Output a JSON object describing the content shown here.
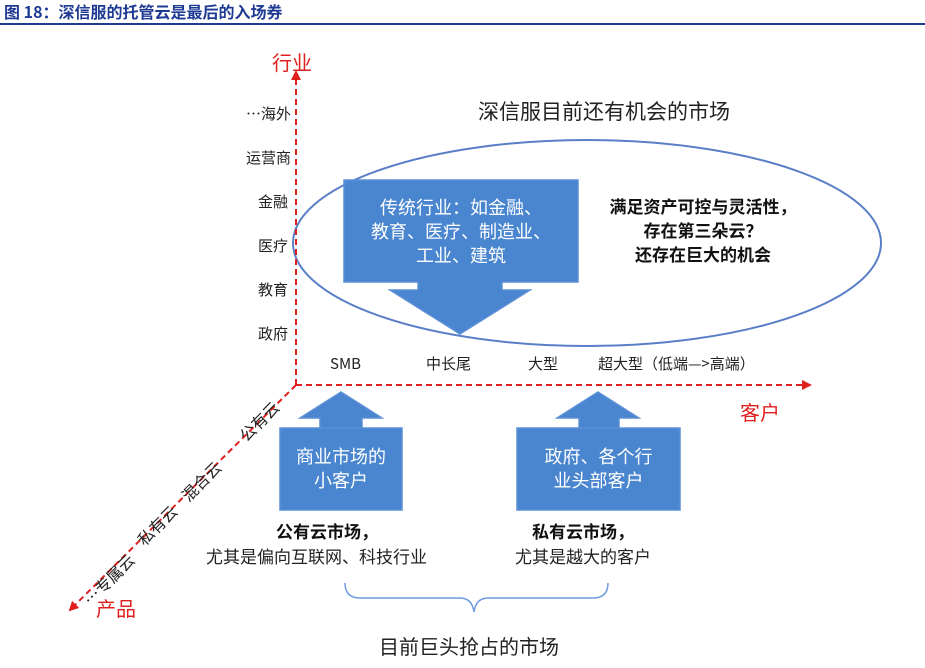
{
  "figure_title": "图 18：深信服的托管云是最后的入场券",
  "axes": {
    "y_label": "行业",
    "x_label": "客户",
    "z_label": "产品"
  },
  "industries": [
    "…海外",
    "运营商",
    "金融",
    "医疗",
    "教育",
    "政府"
  ],
  "customers": [
    "SMB",
    "中长尾",
    "大型",
    "超大型（低端—>高端）"
  ],
  "products": [
    "…专属云",
    "私有云",
    "混合云",
    "公有云"
  ],
  "opportunity": {
    "heading": "深信服目前还有机会的市场",
    "box_lines": [
      "传统行业：如金融、",
      "教育、医疗、制造业、",
      "工业、建筑"
    ],
    "note_lines": [
      "满足资产可控与灵活性，",
      "存在第三朵云？",
      "还存在巨大的机会"
    ]
  },
  "public_cloud": {
    "box_lines": [
      "商业市场的",
      "小客户"
    ],
    "title": "公有云市场，",
    "desc": "尤其是偏向互联网、科技行业"
  },
  "private_cloud": {
    "box_lines": [
      "政府、各个行",
      "业头部客户"
    ],
    "title": "私有云市场，",
    "desc": "尤其是越大的客户"
  },
  "bottom_caption": "目前巨头抢占的市场",
  "colors": {
    "title_blue": "#1f3a93",
    "axis_red": "#e0201f",
    "box_fill": "#4a86cf",
    "box_stroke": "#5b8fd6",
    "ellipse_stroke": "#5a7fc7",
    "bracket_blue": "#6f9be0"
  }
}
